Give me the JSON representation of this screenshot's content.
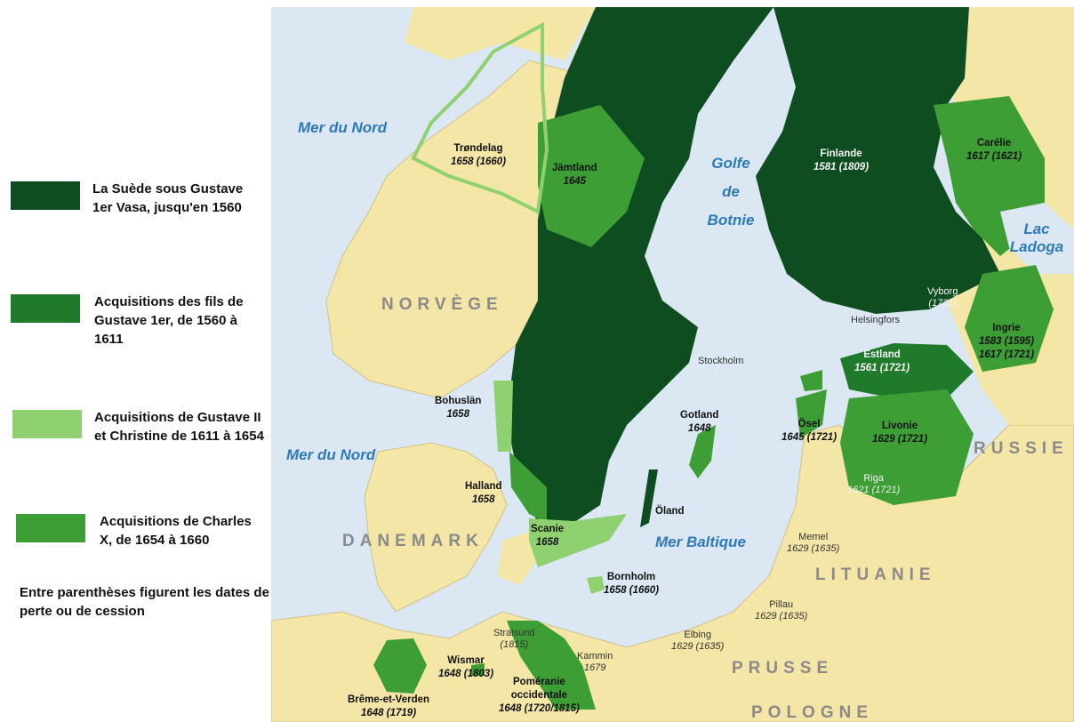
{
  "legend": {
    "items": [
      {
        "text": "La Suède sous Gustave 1er Vasa, jusqu'en 1560",
        "color": "#0e4d1f"
      },
      {
        "text": "Acquisitions des fils de Gustave 1er, de 1560 à 1611",
        "color": "#1f7a2c"
      },
      {
        "text": "Acquisitions de Gustave II et Christine de 1611 à 1654",
        "color": "#8fd070"
      },
      {
        "text": "Acquisitions de Charles X, de 1654 à 1660",
        "color": "#3d9e35"
      }
    ],
    "note": "Entre parenthèses figurent les dates de perte ou de cession"
  },
  "colors": {
    "sea": "#dbe8f3",
    "land": "#f4e6a6",
    "sweden_core": "#0e4d1f",
    "sons": "#1f7a2c",
    "gustav2": "#8fd070",
    "charles10": "#3d9e35",
    "sea_label": "#2e79b8",
    "country_label": "#8a8a8a"
  },
  "seas": {
    "mer_du_nord_1": "Mer du Nord",
    "mer_du_nord_2": "Mer du Nord",
    "golfe": [
      "Golfe",
      "de",
      "Botnie"
    ],
    "mer_baltique": "Mer Baltique",
    "lac_ladoga": [
      "Lac",
      "Ladoga"
    ]
  },
  "countries": {
    "norvege": "NORVÈGE",
    "danemark": "DANEMARK",
    "russie": "RUSSIE",
    "lituanie": "LITUANIE",
    "prusse": "PRUSSE",
    "pologne": "POLOGNE"
  },
  "regions": {
    "trondelag": {
      "name": "Trøndelag",
      "dates": "1658 (1660)"
    },
    "jamtland": {
      "name": "Jämtland",
      "dates": "1645"
    },
    "finlande": {
      "name": "Finlande",
      "dates": "1581 (1809)"
    },
    "carelie": {
      "name": "Carélie",
      "dates": "1617 (1621)"
    },
    "ingrie": {
      "name": "Ingrie",
      "dates": "1583 (1595)",
      "dates2": "1617 (1721)"
    },
    "estland": {
      "name": "Estland",
      "dates": "1561 (1721)"
    },
    "osel": {
      "name": "Ösel",
      "dates": "1645 (1721)"
    },
    "livonie": {
      "name": "Livonie",
      "dates": "1629 (1721)"
    },
    "bohuslan": {
      "name": "Bohuslän",
      "dates": "1658"
    },
    "halland": {
      "name": "Halland",
      "dates": "1658"
    },
    "scanie": {
      "name": "Scanie",
      "dates": "1658"
    },
    "gotland": {
      "name": "Gotland",
      "dates": "1648"
    },
    "oland": {
      "name": "Öland"
    },
    "bornholm": {
      "name": "Bornholm",
      "dates": "1658 (1660)"
    },
    "wismar": {
      "name": "Wismar",
      "dates": "1648 (1803)"
    },
    "breme": {
      "name": "Brême-et-Verden",
      "dates": "1648 (1719)"
    },
    "pomeranie": {
      "name": "Poméranie",
      "name2": "occidentale",
      "dates": "1648 (1720/1815)"
    }
  },
  "cities": {
    "stockholm": {
      "name": "Stockholm"
    },
    "helsingfors": {
      "name": "Helsingfors"
    },
    "vyborg": {
      "name": "Vyborg",
      "dates": "(1721)"
    },
    "riga": {
      "name": "Riga",
      "dates": "1621 (1721)"
    },
    "memel": {
      "name": "Memel",
      "dates": "1629 (1635)"
    },
    "pillau": {
      "name": "Pillau",
      "dates": "1629 (1635)"
    },
    "elbing": {
      "name": "Elbing",
      "dates": "1629 (1635)"
    },
    "stralsund": {
      "name": "Stralsund",
      "dates": "(1815)"
    },
    "kammin": {
      "name": "Kammin",
      "dates": "1679"
    }
  }
}
